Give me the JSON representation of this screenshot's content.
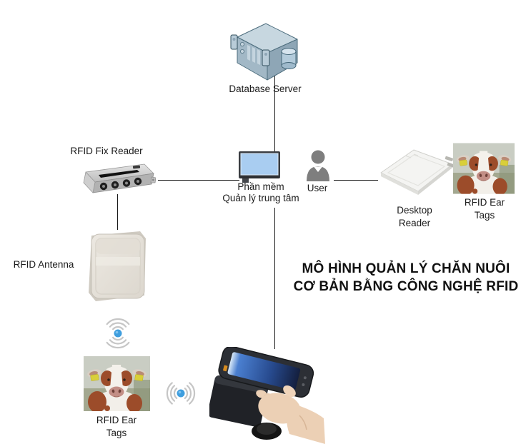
{
  "diagram_title": {
    "line1": "MÔ HÌNH QUẢN LÝ CHĂN NUÔI",
    "line2": "CƠ BẢN BẰNG CÔNG NGHỆ RFID"
  },
  "nodes": {
    "database_server": {
      "label": "Database Server",
      "icon": "server-icon"
    },
    "central_software": {
      "label_line1": "Phần mềm",
      "label_line2": "Quản lý trung tâm",
      "icon": "monitor-icon"
    },
    "user": {
      "label": "User",
      "icon": "person-icon"
    },
    "rfid_fix_reader": {
      "label": "RFID Fix Reader",
      "icon": "rfid-fix-reader-icon"
    },
    "rfid_antenna": {
      "label": "RFID Antenna",
      "icon": "antenna-panel-icon"
    },
    "rfid_ear_tags_left": {
      "label_line1": "RFID Ear",
      "label_line2": "Tags",
      "icon": "cow-ear-tag-photo"
    },
    "rfid_ear_tags_right": {
      "label_line1": "RFID Ear",
      "label_line2": "Tags",
      "icon": "cow-ear-tag-photo"
    },
    "desktop_reader": {
      "label_line1": "Desktop",
      "label_line2": "Reader",
      "icon": "desktop-reader-icon"
    },
    "handheld_reader": {
      "icon": "handheld-reader-photo"
    }
  },
  "connections": [
    "database_server - central_software",
    "rfid_fix_reader - central_software",
    "user - desktop_reader",
    "central_software - handheld_reader",
    "rfid_fix_reader - rfid_antenna"
  ],
  "colors": {
    "connector_line": "#1a1a1a",
    "monitor_screen_blue": "#a9cdf1",
    "signal_dot_blue": "#3f9ede",
    "signal_arc_gray": "#c6c6c6",
    "user_icon_gray": "#7e7e7e",
    "ear_tag_yellow": "#d9cf3a",
    "server_body_blue_gray": "#a2b8c6",
    "antenna_panel_beige": "#e6e2da",
    "title_text": "#111111"
  }
}
